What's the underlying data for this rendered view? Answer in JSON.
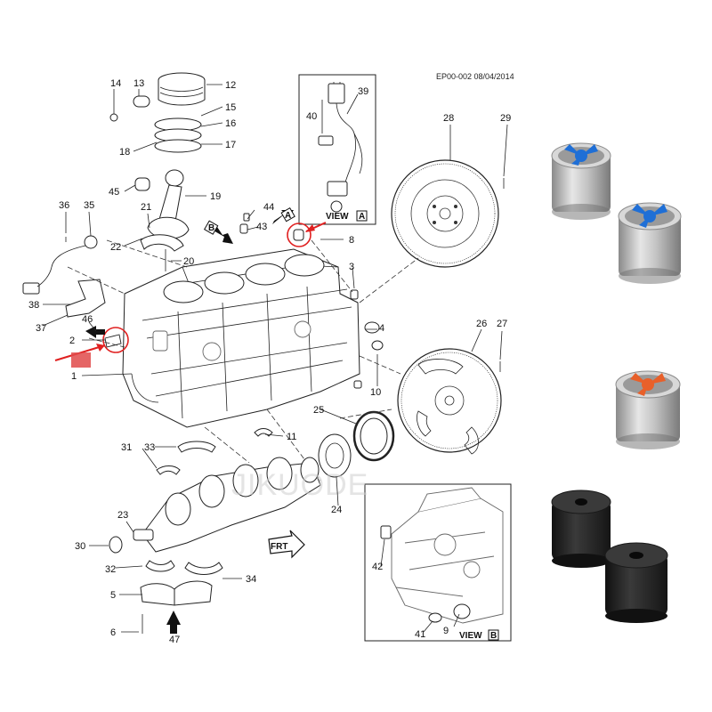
{
  "header": {
    "doc_code": "EP00-002 08/04/2014"
  },
  "watermark": {
    "text": "JIKUODE"
  },
  "views": {
    "view_a": "VIEW",
    "view_a_letter": "A",
    "view_b": "VIEW",
    "view_b_letter": "B"
  },
  "arrows": {
    "a": "A",
    "b": "B",
    "frt": "FRT"
  },
  "callouts": [
    {
      "id": "c1",
      "text": "1"
    },
    {
      "id": "c2",
      "text": "2"
    },
    {
      "id": "c3",
      "text": "3"
    },
    {
      "id": "c4",
      "text": "4"
    },
    {
      "id": "c5",
      "text": "5"
    },
    {
      "id": "c6",
      "text": "6"
    },
    {
      "id": "c8",
      "text": "8"
    },
    {
      "id": "c9",
      "text": "9"
    },
    {
      "id": "c10",
      "text": "10"
    },
    {
      "id": "c11",
      "text": "11"
    },
    {
      "id": "c12",
      "text": "12"
    },
    {
      "id": "c13",
      "text": "13"
    },
    {
      "id": "c14",
      "text": "14"
    },
    {
      "id": "c15",
      "text": "15"
    },
    {
      "id": "c16",
      "text": "16"
    },
    {
      "id": "c17",
      "text": "17"
    },
    {
      "id": "c18",
      "text": "18"
    },
    {
      "id": "c19",
      "text": "19"
    },
    {
      "id": "c20",
      "text": "20"
    },
    {
      "id": "c21",
      "text": "21"
    },
    {
      "id": "c22",
      "text": "22"
    },
    {
      "id": "c23",
      "text": "23"
    },
    {
      "id": "c24",
      "text": "24"
    },
    {
      "id": "c25",
      "text": "25"
    },
    {
      "id": "c26",
      "text": "26"
    },
    {
      "id": "c27",
      "text": "27"
    },
    {
      "id": "c28",
      "text": "28"
    },
    {
      "id": "c29",
      "text": "29"
    },
    {
      "id": "c30",
      "text": "30"
    },
    {
      "id": "c31",
      "text": "31"
    },
    {
      "id": "c32",
      "text": "32"
    },
    {
      "id": "c33",
      "text": "33"
    },
    {
      "id": "c34",
      "text": "34"
    },
    {
      "id": "c35",
      "text": "35"
    },
    {
      "id": "c36",
      "text": "36"
    },
    {
      "id": "c37",
      "text": "37"
    },
    {
      "id": "c38",
      "text": "38"
    },
    {
      "id": "c39",
      "text": "39"
    },
    {
      "id": "c40",
      "text": "40"
    },
    {
      "id": "c41",
      "text": "41"
    },
    {
      "id": "c42",
      "text": "42"
    },
    {
      "id": "c43",
      "text": "43"
    },
    {
      "id": "c44",
      "text": "44"
    },
    {
      "id": "c45",
      "text": "45"
    },
    {
      "id": "c46",
      "text": "46"
    },
    {
      "id": "c47",
      "text": "47"
    }
  ],
  "colors": {
    "highlight": "#e02020",
    "blue_insert": "#1f6fd6",
    "orange_insert": "#e8602a",
    "steel": "#b9b9b9",
    "rubber": "#2b2b2b"
  },
  "photos": [
    {
      "name": "steel-plug-blue-insert"
    },
    {
      "name": "steel-plug-blue-insert"
    },
    {
      "name": "steel-plug-orange-insert"
    },
    {
      "name": "rubber-plug-black"
    },
    {
      "name": "rubber-plug-black"
    }
  ]
}
